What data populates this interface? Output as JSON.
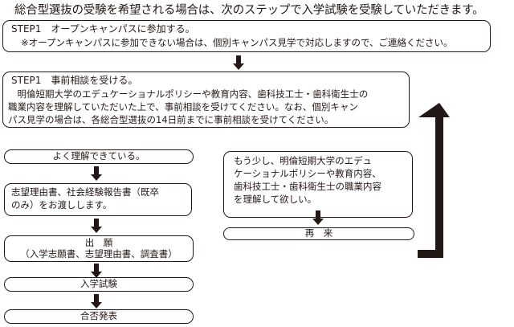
{
  "title": "総合型選抜の受験を希望される場合は、次のステップで入学試験を受験していただきます。",
  "step_open_campus": {
    "heading": "STEP1　オープンキャンパスに参加する。",
    "note": "※オープンキャンパスに参加できない場合は、個別キャンパス見学で対応しますので、ご連絡ください。"
  },
  "step_consultation": {
    "heading": "STEP1　事前相談を受ける。",
    "lines": [
      "　明倫短期大学のエデュケーショナルポリシーや教育内容、歯科技工士・歯科衛生士の",
      "職業内容を理解していただいた上で、事前相談を受けてください。なお、個別キャン",
      "パス見学の場合は、各総合型選抜の14日前までに事前相談を受けてください。"
    ]
  },
  "left_flow": {
    "understood": "よく理解できている。",
    "documents": [
      "志望理由書、社会経験報告書（既卒",
      "のみ）をお渡しします。"
    ],
    "application": [
      "出　願",
      "（入学志願書、志望理由書、調査書）"
    ],
    "exam": "入学試験",
    "result": "合否発表"
  },
  "right_flow": {
    "need_more": [
      "もう少し、明倫短期大学のエデュ",
      "ケーショナルポリシーや教育内容、",
      "歯科技工士・歯科衛生士の職業内容",
      "を理解して欲しい。"
    ],
    "revisit": "再　来"
  }
}
